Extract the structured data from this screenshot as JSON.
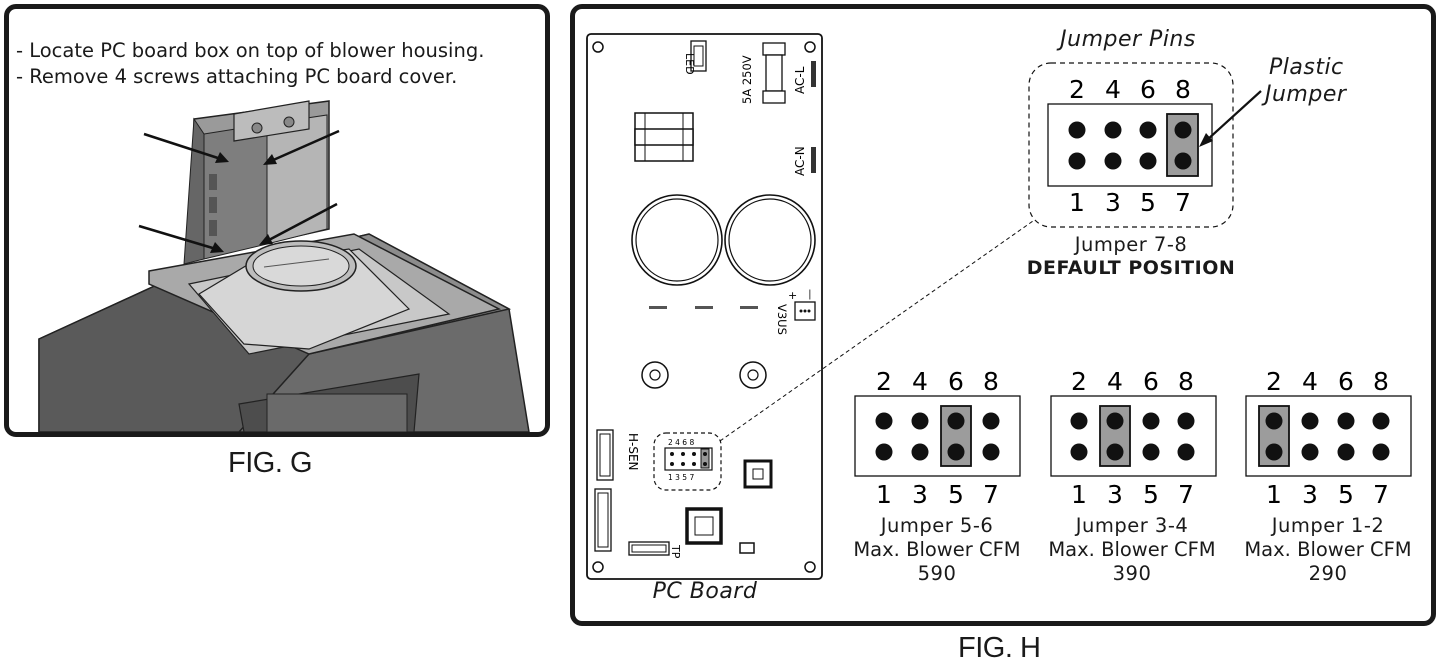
{
  "fig_g": {
    "caption": "FIG. G",
    "instructions": [
      "- Locate PC board box on top of blower housing.",
      "- Remove 4 screws attaching PC board cover."
    ]
  },
  "fig_h": {
    "caption": "FIG. H",
    "pc_board_label": "PC Board",
    "board_labels": {
      "led": "LED",
      "fuse": "5A  250V",
      "ac_l": "AC-L",
      "ac_n": "AC-N",
      "vbus": "V3US",
      "h_sen": "H-SEN",
      "tp": "TP",
      "plus": "+",
      "minus": "—"
    },
    "small_jumper": {
      "top": "2 4 6 8",
      "bottom": "1 3 5 7"
    },
    "jumper_pins_title": "Jumper Pins",
    "plastic_jumper": [
      "Plastic",
      "Jumper"
    ],
    "top_pins": [
      "2",
      "4",
      "6",
      "8"
    ],
    "bottom_pins": [
      "1",
      "3",
      "5",
      "7"
    ],
    "default": {
      "line1": "Jumper  7-8",
      "line2": "DEFAULT POSITION"
    },
    "options": [
      {
        "line1": "Jumper  5-6",
        "line2": "Max. Blower CFM",
        "cfm": "590"
      },
      {
        "line1": "Jumper  3-4",
        "line2": "Max. Blower CFM",
        "cfm": "390"
      },
      {
        "line1": "Jumper  1-2",
        "line2": "Max. Blower CFM",
        "cfm": "290"
      }
    ]
  }
}
